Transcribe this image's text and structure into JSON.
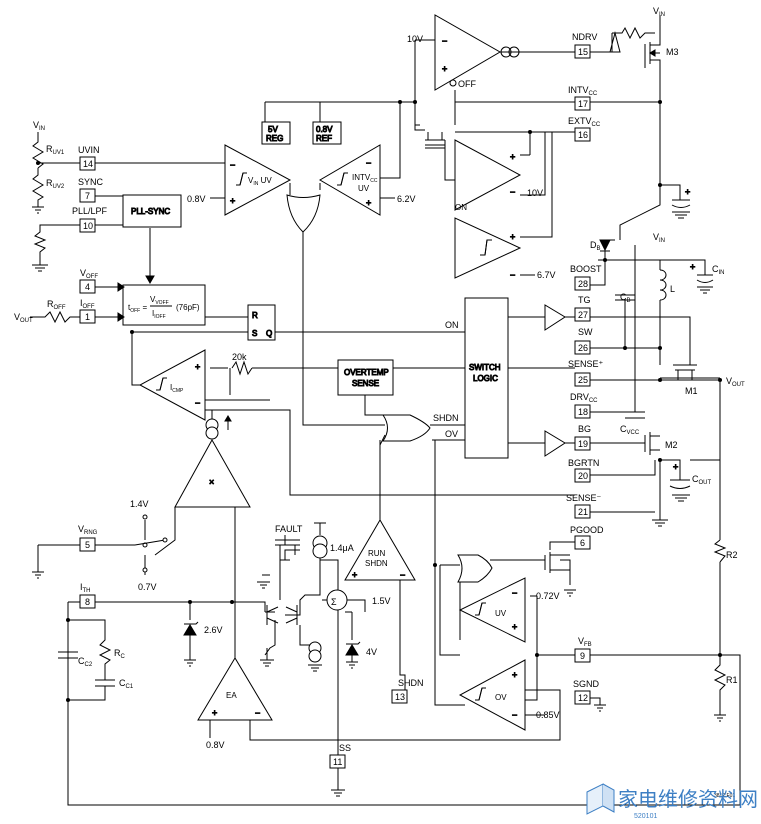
{
  "labels": {
    "vin_top": "V",
    "vin_top_sub": "IN",
    "m3": "M3",
    "v10": "10V",
    "off": "OFF",
    "ndrv": "NDRV",
    "intvcc": "INTV",
    "intvcc_sub": "CC",
    "extvcc": "EXTV",
    "extvcc_sub": "CC",
    "reg5v_1": "5V",
    "reg5v_2": "REG",
    "ref08_1": "0.8V",
    "ref08_2": "REF",
    "vin_left": "V",
    "vin_left_sub": "IN",
    "ruv1": "R",
    "ruv1_sub": "UV1",
    "ruv2": "R",
    "ruv2_sub": "UV2",
    "uvin": "UVIN",
    "sync": "SYNC",
    "pll_lpf": "PLL/LPF",
    "pll_sync": "PLL-SYNC",
    "v08_uv": "0.8V",
    "vin_uv": "V",
    "vin_uv_sub": "IN",
    "vin_uv_suffix": " UV",
    "intvcc_uv": "INTV",
    "intvcc_uv_sub": "CC",
    "intvcc_uv_suffix": "UV",
    "v62": "6.2V",
    "on_small": "ON",
    "v10_comp": "10V",
    "v67": "6.7V",
    "db": "D",
    "db_sub": "B",
    "vin_right": "V",
    "vin_right_sub": "IN",
    "cin": "C",
    "cin_sub": "IN",
    "l": "L",
    "boost": "BOOST",
    "tg": "TG",
    "cb": "C",
    "cb_sub": "B",
    "sw": "SW",
    "voff": "V",
    "voff_sub": "OFF",
    "roff": "R",
    "roff_sub": "OFF",
    "ioff": "I",
    "ioff_sub": "OFF",
    "vout_left": "V",
    "vout_left_sub": "OUT",
    "toff_eq": "t",
    "toff_sub": "OFF",
    "toff_eq_mid": " = ",
    "toff_num": "V",
    "toff_num_sub": "VOFF",
    "toff_den": "I",
    "toff_den_sub": "IOFF",
    "toff_cap": "(76pF)",
    "r": "R",
    "s": "S",
    "q": "Q",
    "on_line": "ON",
    "switch_logic_1": "SWITCH",
    "switch_logic_2": "LOGIC",
    "sense_plus": "SENSE⁺",
    "m1": "M1",
    "vout_right": "V",
    "vout_right_sub": "OUT",
    "r20k": "20k",
    "icmp": "I",
    "icmp_sub": "CMP",
    "overtemp_1": "OVERTEMP",
    "overtemp_2": "SENSE",
    "shdn_line": "SHDN",
    "ov_line": "OV",
    "drvcc": "DRV",
    "drvcc_sub": "CC",
    "bg": "BG",
    "cvcc": "C",
    "cvcc_sub": "VCC",
    "m2": "M2",
    "bgrtn": "BGRTN",
    "cout": "C",
    "cout_sub": "OUT",
    "sense_minus": "SENSE⁻",
    "mult": "×",
    "v14": "1.4V",
    "vrng": "V",
    "vrng_sub": "RNG",
    "v07": "0.7V",
    "fault": "FAULT",
    "i14ua": "1.4μA",
    "run_1": "RUN",
    "run_2": "SHDN",
    "pgood": "PGOOD",
    "ith": "I",
    "ith_sub": "TH",
    "v26": "2.6V",
    "sigma": "Σ",
    "v15": "1.5V",
    "v4": "4V",
    "v072": "0.72V",
    "uv_comp": "UV",
    "r2": "R2",
    "cc2": "C",
    "cc2_sub": "C2",
    "rc": "R",
    "rc_sub": "C",
    "cc1": "C",
    "cc1_sub": "C1",
    "ea": "EA",
    "v08_ea": "0.8V",
    "shdn_pin": "SHDN",
    "ov_comp": "OV",
    "v085": "0.85V",
    "vfb": "V",
    "vfb_sub": "FB",
    "r1": "R1",
    "sgnd": "SGND",
    "ss": "SS",
    "fig_no": "3812 F01",
    "watermark": "家电维修资料网",
    "watermark_url": "520101"
  },
  "pins": {
    "p15": "15",
    "p17": "17",
    "p16": "16",
    "p14": "14",
    "p7": "7",
    "p10": "10",
    "p4": "4",
    "p1": "1",
    "p28": "28",
    "p27": "27",
    "p26": "26",
    "p25": "25",
    "p18": "18",
    "p19": "19",
    "p20": "20",
    "p21": "21",
    "p5": "5",
    "p6": "6",
    "p8": "8",
    "p9": "9",
    "p12": "12",
    "p13": "13",
    "p11": "11"
  }
}
